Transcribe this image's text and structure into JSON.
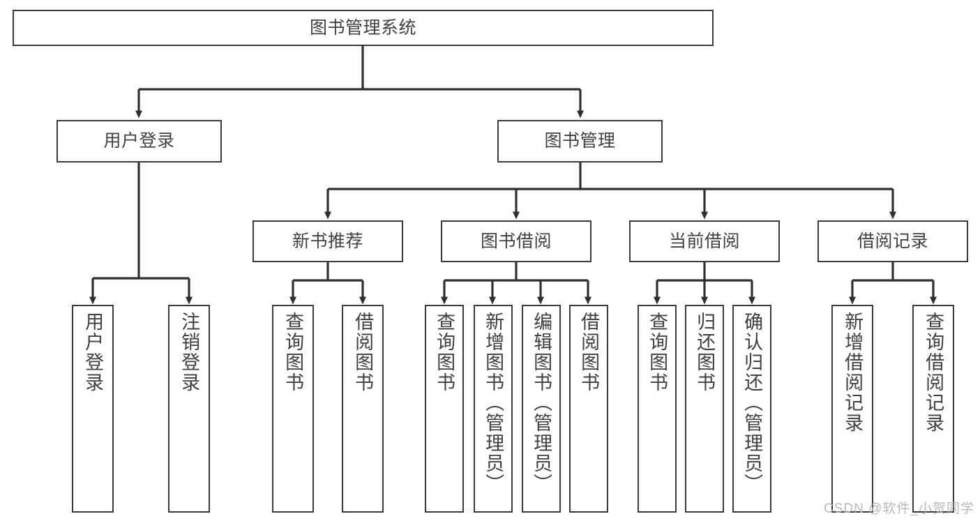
{
  "diagram": {
    "title": "图书管理系统",
    "watermark": "CSDN @软件_小贺同学",
    "colors": {
      "border": "#3a3a3a",
      "text": "#404040",
      "background": "#ffffff",
      "watermark": "#b9b9b9"
    },
    "root": {
      "label": "图书管理系统"
    },
    "level2": [
      {
        "label": "用户登录"
      },
      {
        "label": "图书管理"
      }
    ],
    "level3": [
      {
        "label": "新书推荐"
      },
      {
        "label": "图书借阅"
      },
      {
        "label": "当前借阅"
      },
      {
        "label": "借阅记录"
      }
    ],
    "leaves": {
      "user_login": [
        {
          "label": "用户登录"
        },
        {
          "label": "注销登录"
        }
      ],
      "new_book_recommend": [
        {
          "label": "查询图书"
        },
        {
          "label": "借阅图书"
        }
      ],
      "book_borrow": [
        {
          "label": "查询图书"
        },
        {
          "label": "新增图书（管理员）"
        },
        {
          "label": "编辑图书（管理员）"
        },
        {
          "label": "借阅图书"
        }
      ],
      "current_borrow": [
        {
          "label": "查询图书"
        },
        {
          "label": "归还图书"
        },
        {
          "label": "确认归还（管理员）"
        }
      ],
      "borrow_record": [
        {
          "label": "新增借阅记录"
        },
        {
          "label": "查询借阅记录"
        }
      ]
    }
  }
}
